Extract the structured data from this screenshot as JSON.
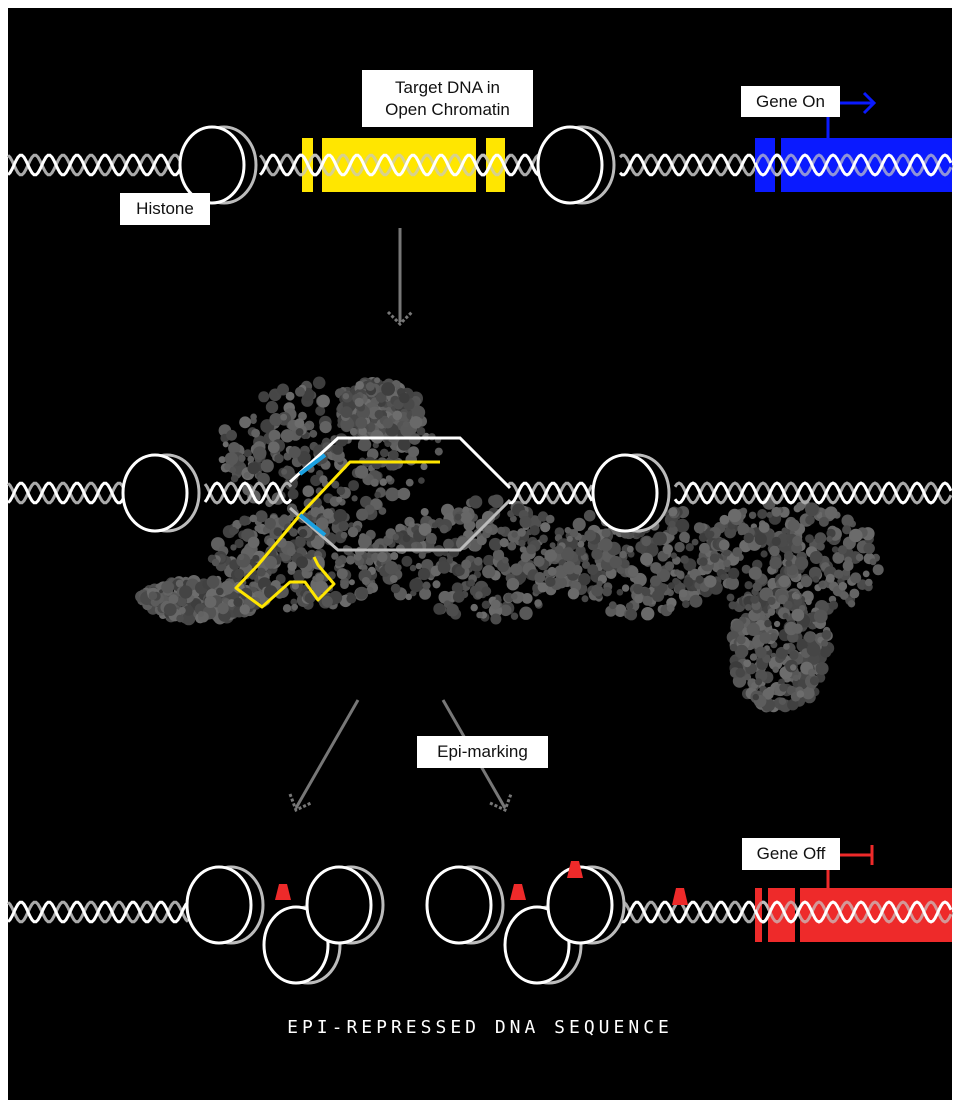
{
  "labels": {
    "target_dna": "Target DNA in\nOpen Chromatin",
    "histone": "Histone",
    "gene_on": "Gene On",
    "epi_marking": "Epi-marking",
    "gene_off": "Gene Off"
  },
  "footer": "EPI-REPRESSED DNA SEQUENCE",
  "colors": {
    "target": "#ffe600",
    "gene_on": "#0a1aff",
    "gene_off": "#ee2a2a",
    "guide_blue": "#1aa0e0",
    "protein": "#5a5a5a"
  }
}
